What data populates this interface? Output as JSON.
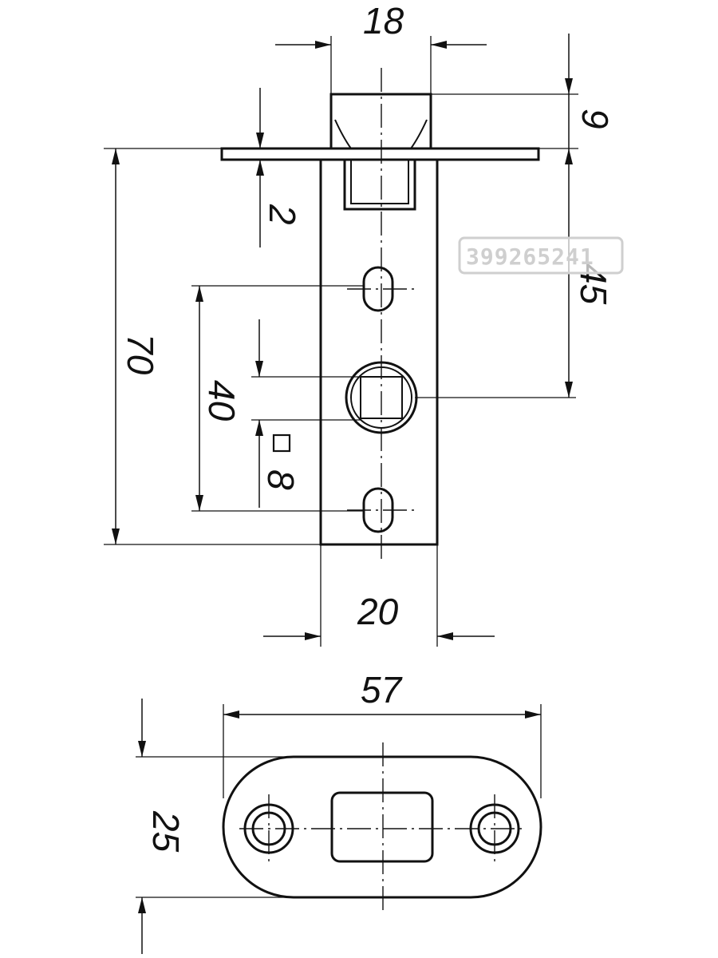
{
  "drawing": {
    "latch": {
      "faceplate_width": "18",
      "bolt_height": "9",
      "plate_thickness": "2",
      "backset_to_hole": "45",
      "body_length": "70",
      "hole_spacing": "40",
      "spindle_square": "8",
      "body_width": "20"
    },
    "strike_plate": {
      "length": "57",
      "height": "25"
    }
  },
  "watermark": "399265241",
  "colors": {
    "line": "#111111",
    "watermark": "#cfcfcf",
    "background": "#ffffff"
  }
}
